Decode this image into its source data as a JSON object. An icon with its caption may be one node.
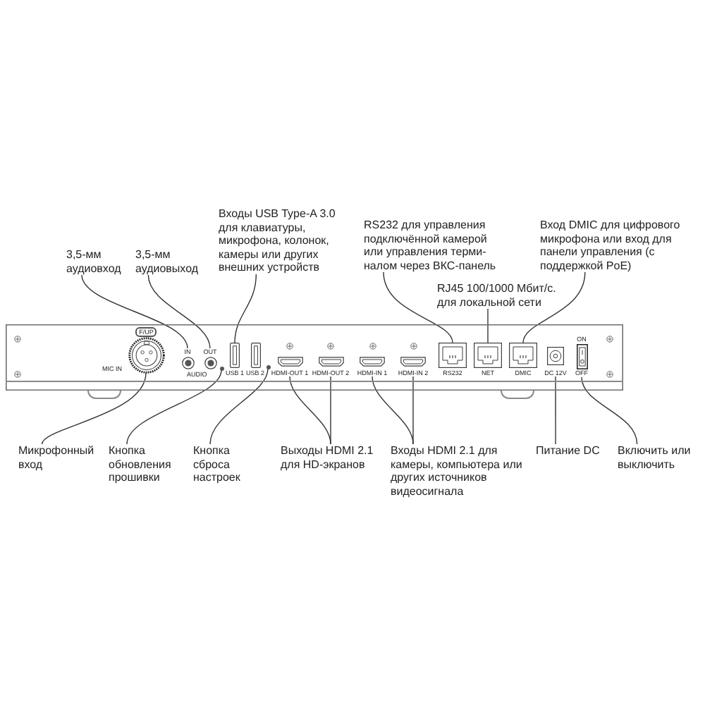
{
  "diagram": {
    "nodes": [
      {
        "text": [
          "3,5-мм аудиовход"
        ]
      },
      {
        "text": [
          "3,5-мм аудиовыход"
        ]
      },
      {
        "text": [
          "Входы USB Type-A 3.0 для клавиатуры, микрофона, колонок, камеры или других внешних устройств"
        ]
      },
      {
        "text": [
          "RS232 для управления подключённой камерой или управления терми- налом через ВКС-панель"
        ]
      },
      {
        "text": [
          "Вход DMIC для цифрового микрофона или вход для панели управления (с поддержкой PoE)"
        ]
      },
      {
        "text": [
          "RJ45 100/1000 Мбит/с. для локальной сети"
        ]
      },
      {
        "text": [
          "F/UP",
          "AUDIO"
        ]
      },
      {
        "text": [
          "MIC IN"
        ],
        "in": 6
      },
      {
        "text": [
          "IN"
        ],
        "in": 6
      },
      {
        "text": [
          "OUT"
        ],
        "in": 6
      },
      {
        "text": [],
        "shape": "circle",
        "in": 6
      },
      {
        "text": [
          "USB 1"
        ],
        "in": 6
      },
      {
        "text": [
          "USB 2"
        ],
        "in": 6
      },
      {
        "text": [],
        "shape": "circle",
        "in": 6
      },
      {
        "text": [
          "HDMI-OUT 1"
        ],
        "in": 6
      },
      {
        "text": [
          "HDMI-OUT 2"
        ],
        "in": 6
      },
      {
        "text": [
          "HDMI-IN 1"
        ],
        "in": 6
      },
      {
        "text": [
          "HDMI-IN 2"
        ],
        "in": 6
      },
      {
        "text": [
          "RS232"
        ],
        "in": 6
      },
      {
        "text": [
          "NET"
        ],
        "in": 6
      },
      {
        "text": [
          "DMIC"
        ],
        "in": 6
      },
      {
        "text": [
          "DC 12V"
        ],
        "in": 6
      },
      {
        "text": [
          "ON",
          "OFF"
        ],
        "in": 6
      },
      {
        "text": [
          "Микрофонный вход"
        ]
      },
      {
        "text": [
          "Кнопка обновления прошивки"
        ]
      },
      {
        "text": [
          "Кнопка сброса настроек"
        ]
      },
      {
        "text": [
          "Выходы HDMI 2.1 для HD-экранов"
        ]
      },
      {
        "text": [
          "Входы HDMI 2.1 для камеры, компьютера или других источников видеосигнала"
        ]
      },
      {
        "text": [
          "Питание DC"
        ]
      },
      {
        "text": [
          "Включить или выключить"
        ]
      }
    ],
    "edges": [
      {
        "from": 0,
        "to": 8,
        "arrow": "none"
      },
      {
        "from": 1,
        "to": 9,
        "arrow": "none"
      },
      {
        "from": 2,
        "to": 11,
        "arrow": "none"
      },
      {
        "from": 3,
        "to": 18,
        "arrow": "none"
      },
      {
        "from": 4,
        "to": 20,
        "arrow": "none"
      },
      {
        "from": 5,
        "to": 19,
        "arrow": "none"
      },
      {
        "from": 23,
        "to": 7,
        "arrow": "none"
      },
      {
        "from": 24,
        "to": 10,
        "arrow": "none"
      },
      {
        "from": 25,
        "to": 13,
        "arrow": "none"
      },
      {
        "from": 26,
        "to": 14,
        "arrow": "none"
      },
      {
        "from": 26,
        "to": 15,
        "arrow": "none"
      },
      {
        "from": 27,
        "to": 16,
        "arrow": "none"
      },
      {
        "from": 27,
        "to": 17,
        "arrow": "none"
      },
      {
        "from": 28,
        "to": 21,
        "arrow": "none"
      },
      {
        "from": 29,
        "to": 22,
        "arrow": "none"
      }
    ]
  }
}
